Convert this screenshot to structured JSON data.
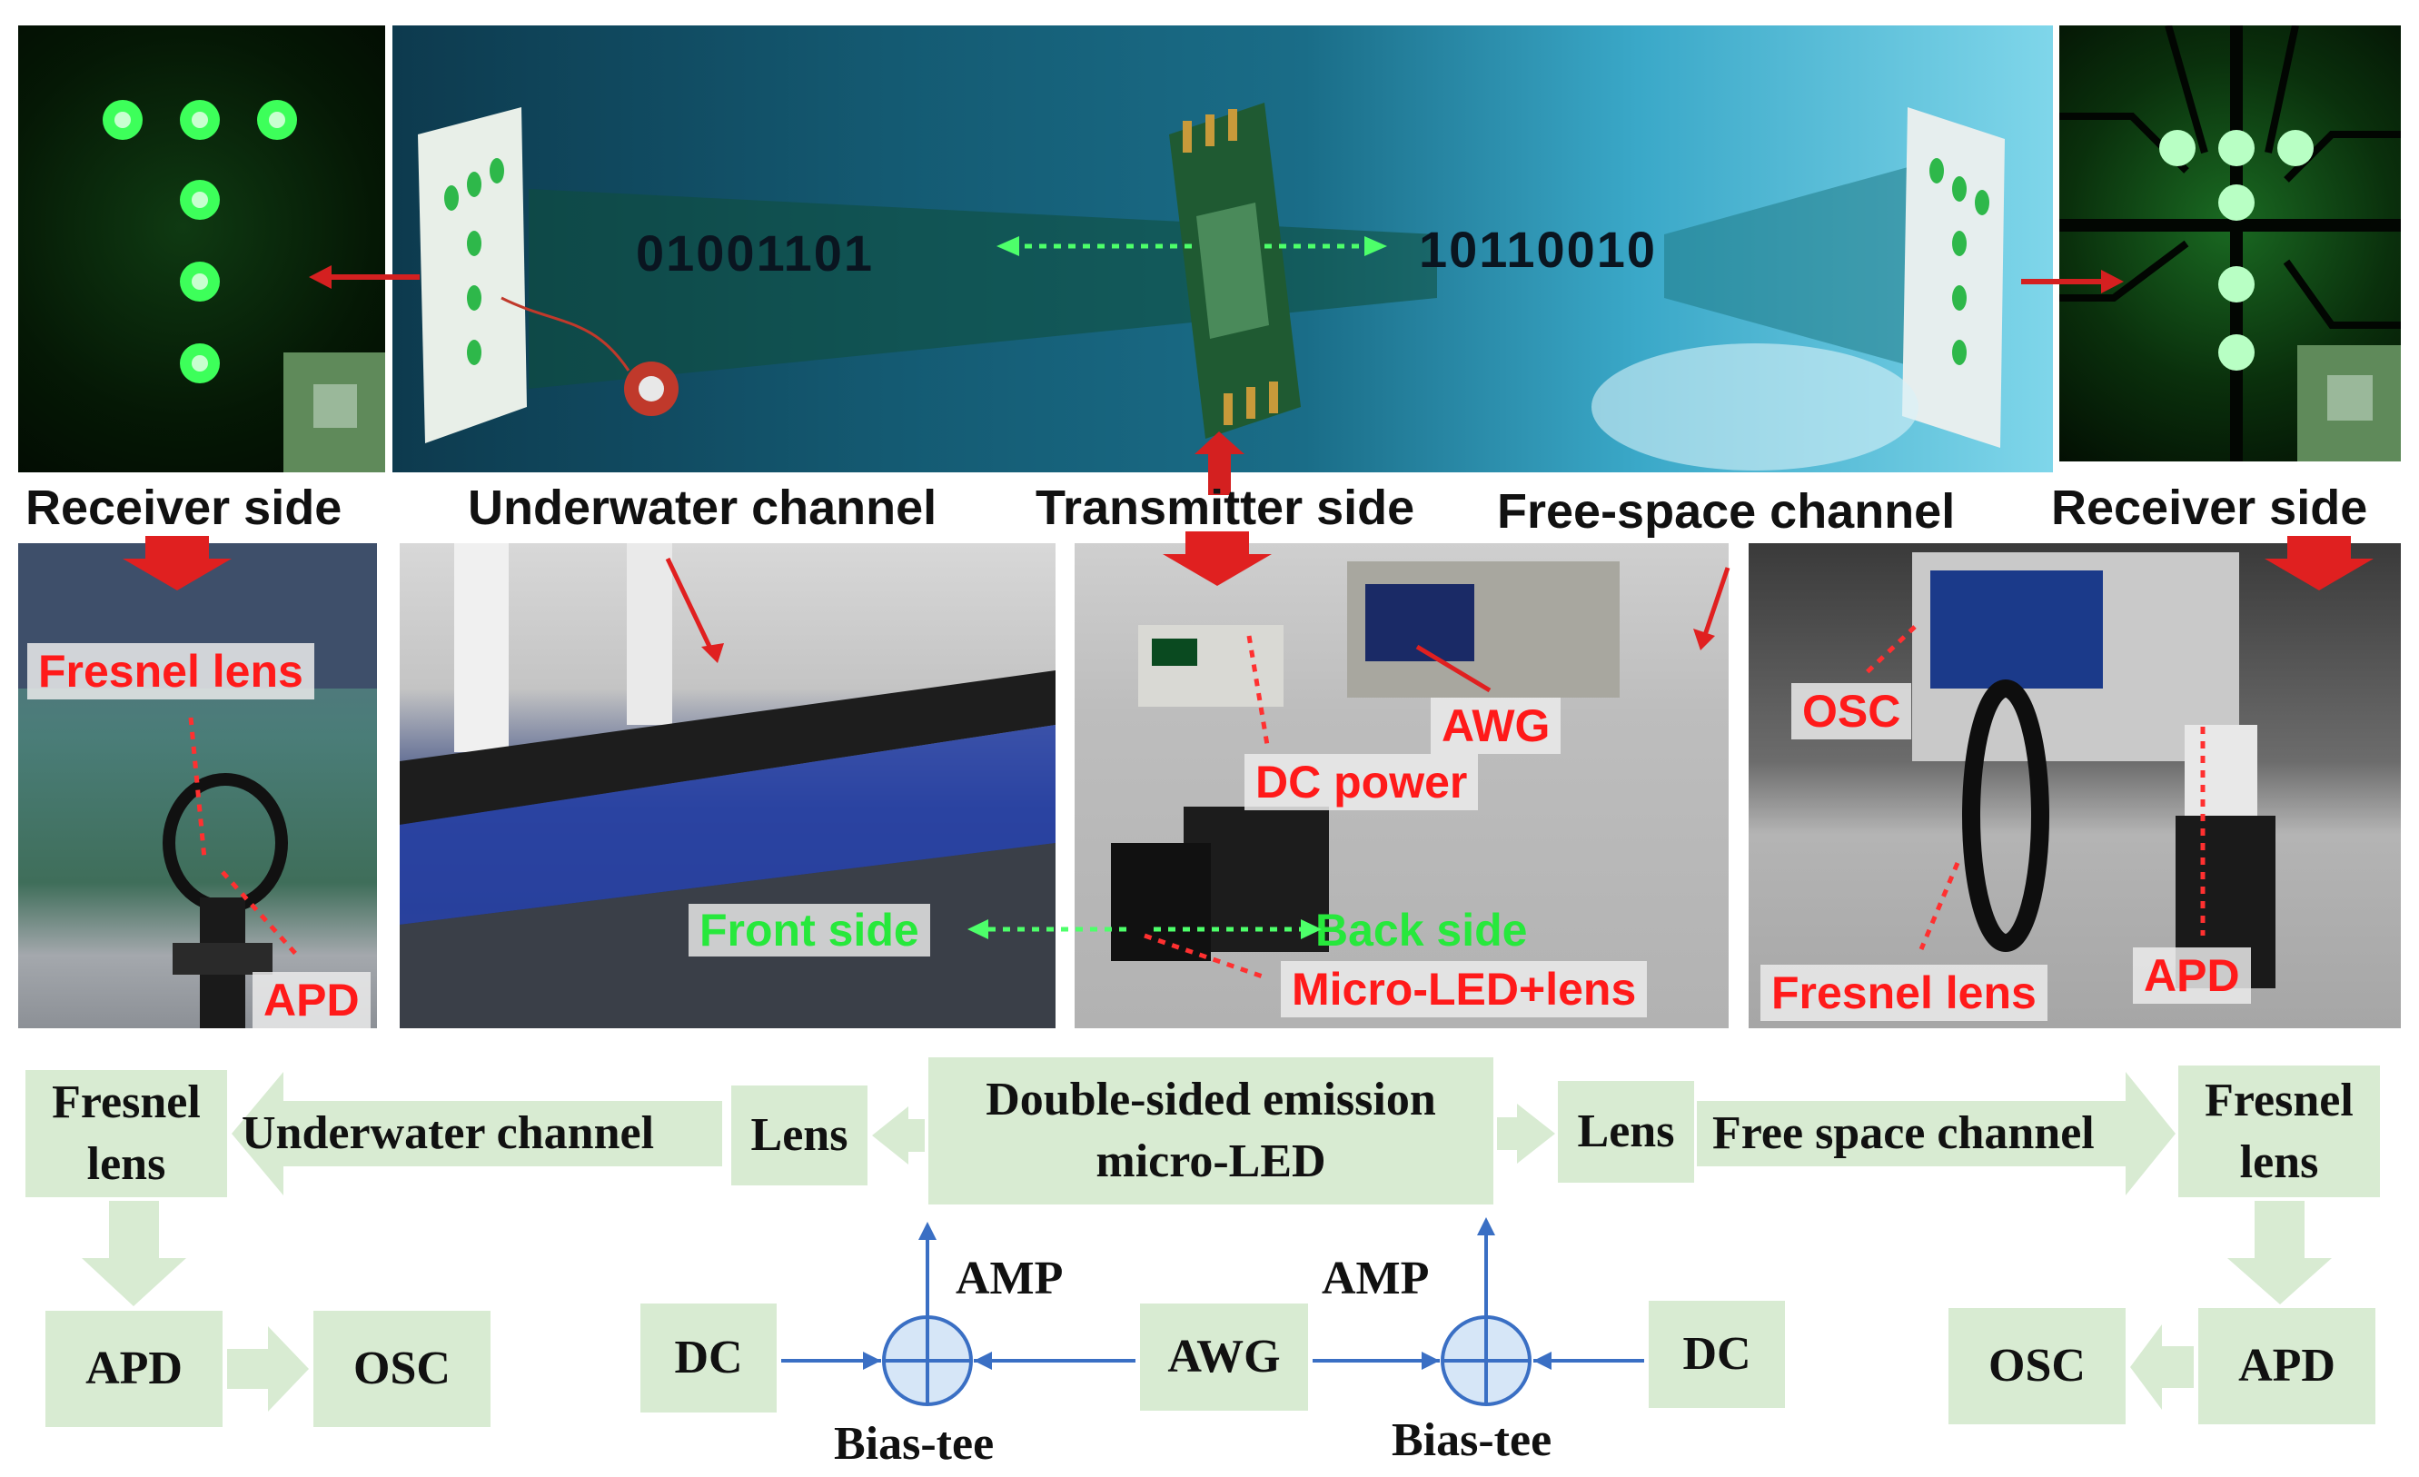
{
  "top": {
    "left_binary": "01001101",
    "right_binary": "10110010"
  },
  "headers": {
    "receiver_left": "Receiver side",
    "underwater": "Underwater channel",
    "transmitter": "Transmitter side",
    "free_space": "Free-space channel",
    "receiver_right": "Receiver side"
  },
  "photo_labels": {
    "fresnel_left": "Fresnel lens",
    "apd_left": "APD",
    "front_side": "Front side",
    "back_side": "Back side",
    "awg": "AWG",
    "dc_power": "DC power",
    "microled_lens": "Micro-LED+lens",
    "osc": "OSC",
    "fresnel_right": "Fresnel lens",
    "apd_right": "APD"
  },
  "flow": {
    "fresnel_left": "Fresnel lens",
    "underwater_channel": "Underwater channel",
    "lens_left": "Lens",
    "emitter": "Double-sided emission micro-LED",
    "lens_right": "Lens",
    "free_space_channel": "Free space channel",
    "fresnel_right": "Fresnel lens",
    "apd_left": "APD",
    "osc_left": "OSC",
    "dc_left": "DC",
    "amp_left": "AMP",
    "bias_left": "Bias-tee",
    "awg": "AWG",
    "amp_right": "AMP",
    "bias_right": "Bias-tee",
    "dc_right": "DC",
    "osc_right": "OSC",
    "apd_right": "APD"
  },
  "colors": {
    "accent_red": "#ff1a1a",
    "box_green": "#d8ebd2",
    "arrow_blue": "#3a6fc4",
    "led_green": "#2cff4a"
  }
}
